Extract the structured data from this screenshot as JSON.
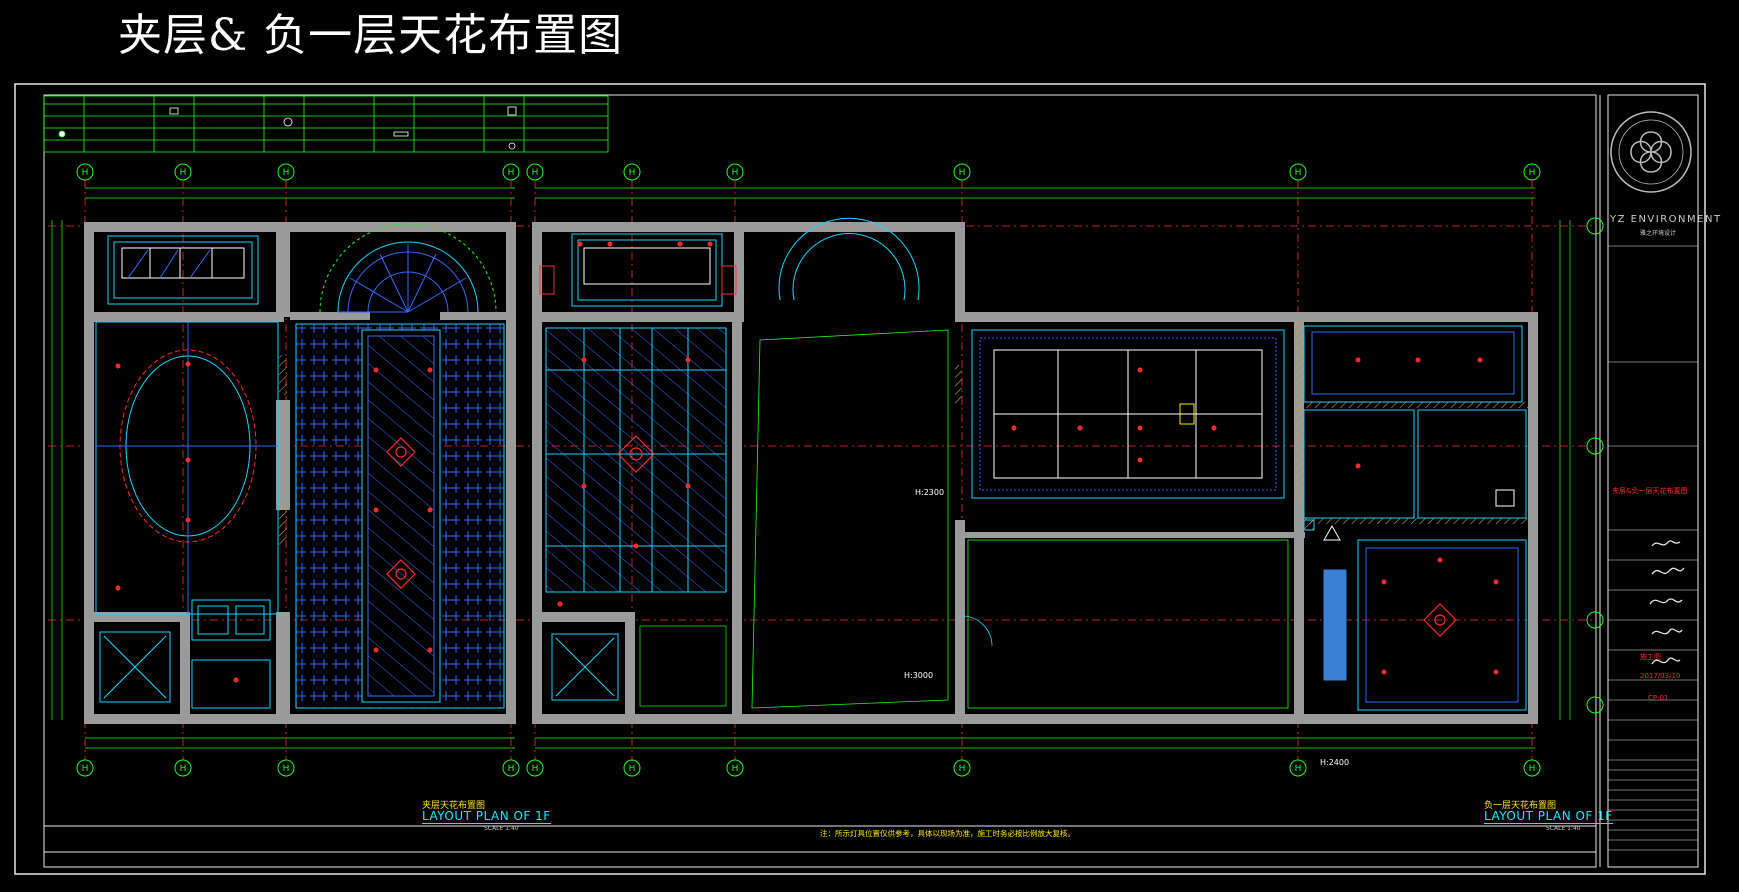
{
  "title": "夹层& 负一层天花布置图",
  "plans": [
    {
      "caption_cn": "夹层天花布置图",
      "caption_en": "LAYOUT PLAN OF 1F",
      "scale": "SCALE 1:40"
    },
    {
      "caption_cn": "负一层天花布置图",
      "caption_en": "LAYOUT PLAN OF 1F",
      "scale": "SCALE 1:40"
    }
  ],
  "bottom_note": "注：所示灯具位置仅供参考，具体以现场为准，施工时务必按比例放大复核。",
  "brand": {
    "name": "YZ ENVIRONMENT",
    "sub": "雅之环境设计"
  },
  "title_block": {
    "drawing_name": "夹层&负一层天花布置图",
    "date": "2017/03/10",
    "sheet_no": "CP-01",
    "status": "施工图"
  },
  "axis_top_left": [
    "H",
    "H",
    "H",
    "H"
  ],
  "axis_top_right": [
    "H",
    "H",
    "H",
    "H",
    "H",
    "H"
  ],
  "height_marks": {
    "h2300": "H:2300",
    "h3000": "H:3000",
    "h2400": "H:2400"
  },
  "colors": {
    "background": "#000000",
    "wall": "#9a9a9a",
    "cyan": "#19d6ff",
    "blue": "#2f6bff",
    "red_axis": "#ff2a2a",
    "green": "#19ff19",
    "yellow": "#ffe600",
    "frame": "#e6e6e6"
  }
}
